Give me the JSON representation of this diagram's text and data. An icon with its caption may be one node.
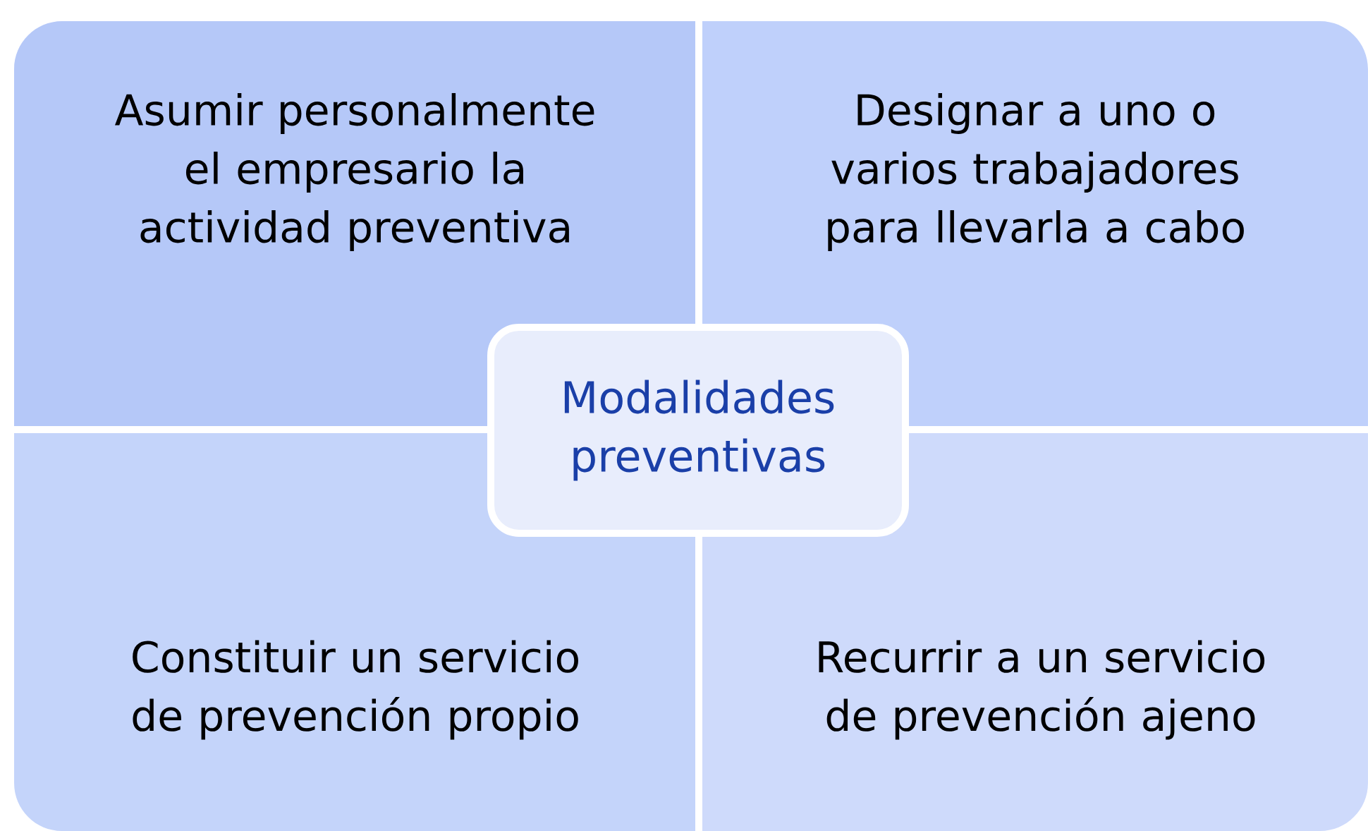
{
  "diagram": {
    "nodes": [
      {
        "text": [
          "Asumir personalmente el empresario la actividad preventiva"
        ]
      },
      {
        "text": [
          "Designar a uno o varios trabajadores para llevarla a cabo"
        ]
      },
      {
        "text": [
          "Modalidades preventivas"
        ]
      },
      {
        "text": [
          "Constituir un servicio de prevención propio"
        ]
      },
      {
        "text": [
          "Recurrir a un servicio de prevención ajeno"
        ]
      }
    ]
  }
}
